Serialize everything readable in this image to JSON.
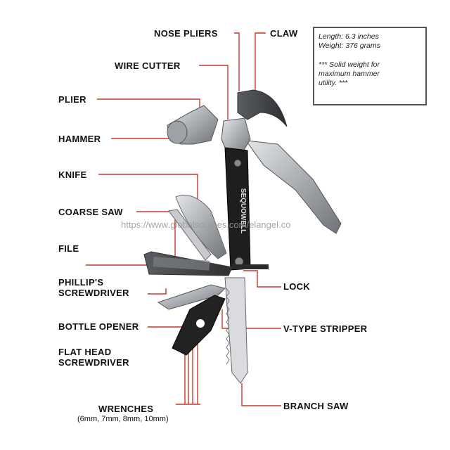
{
  "labels": {
    "nose_pliers": "NOSE PLIERS",
    "claw": "CLAW",
    "wire_cutter": "WIRE CUTTER",
    "plier": "PLIER",
    "hammer": "HAMMER",
    "knife": "KNIFE",
    "coarse_saw": "COARSE SAW",
    "file": "FILE",
    "phillips_line1": "PHILLIP'S",
    "phillips_line2": "SCREWDRIVER",
    "bottle_opener": "BOTTLE OPENER",
    "flathead_line1": "FLAT HEAD",
    "flathead_line2": "SCREWDRIVER",
    "wrenches": "WRENCHES",
    "wrenches_sizes": "(6mm, 7mm, 8mm, 10mm)",
    "lock": "LOCK",
    "v_stripper": "V-TYPE STRIPPER",
    "branch_saw": "BRANCH SAW"
  },
  "info": {
    "length": "Length: 6.3 inches",
    "weight": "Weight: 376 grams",
    "note_line1": "*** Solid weight for",
    "note_line2": "maximum hammer",
    "note_line3": "utility. ***"
  },
  "watermark": "https://www.globalsources.com/elangel.co",
  "brand_on_tool": "SEQUOWELL",
  "colors": {
    "leader_line": "#c8392b",
    "steel": "#b9bcc0",
    "handle": "#1e1e1e",
    "label_text": "#111111"
  }
}
